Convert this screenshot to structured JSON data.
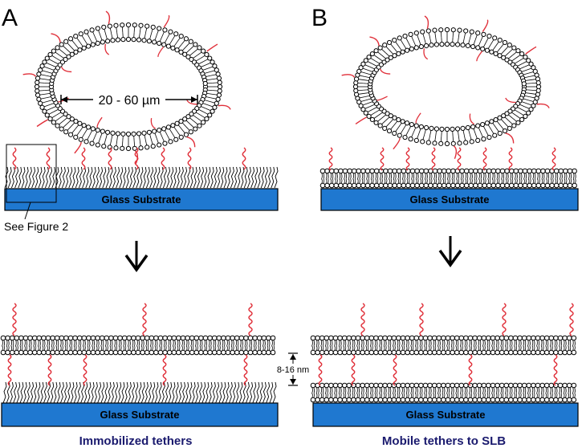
{
  "panels": {
    "a": {
      "letter": "A",
      "caption": "Immobilized tethers"
    },
    "b": {
      "letter": "B",
      "caption": "Mobile tethers to SLB"
    }
  },
  "substrate_label": "Glass Substrate",
  "vesicle_size_label": "20 - 60 µm",
  "see_figure_label": "See Figure 2",
  "gap_label": "8-16 nm",
  "colors": {
    "substrate": "#1f78d0",
    "tether": "#e0303a",
    "lipid": "#000000",
    "caption": "#1a1a6e"
  }
}
